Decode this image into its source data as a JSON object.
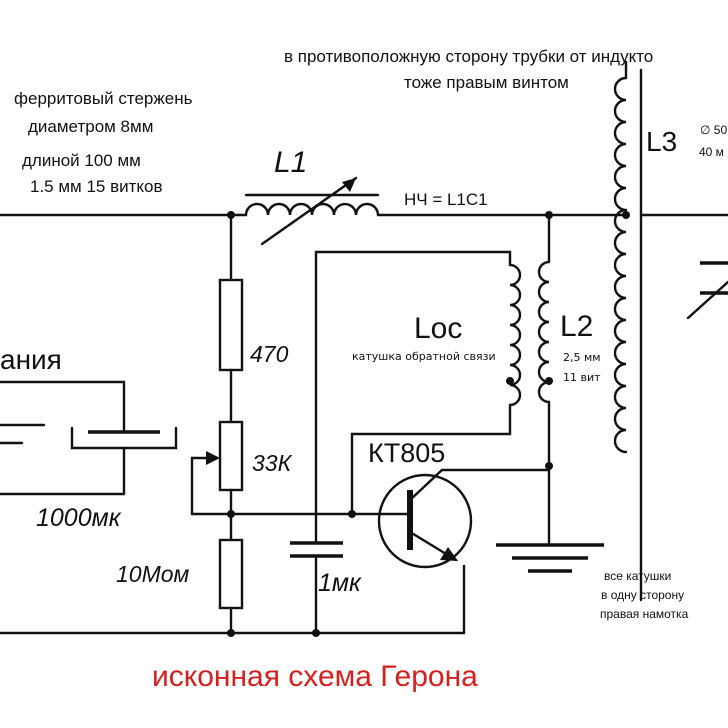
{
  "texts": {
    "top_note_1": "в противоположную сторону трубки от индукто",
    "top_note_2": "тоже правым винтом",
    "rod_1": "ферритовый стержень",
    "rod_2": "диаметром 8мм",
    "rod_3": "длиной 100 мм",
    "rod_4": "1.5 мм 15 витков",
    "l1_label": "L1",
    "hf_label": "НЧ = L1C1",
    "l3_label": "L3",
    "l3_note_1": "∅ 50",
    "l3_note_2": "40 м",
    "loc_label": "Loc",
    "loc_note": "катушка обратной связи",
    "l2_label": "L2",
    "l2_note_1": "2,5 мм",
    "l2_note_2": "11 вит",
    "power_label": "ания",
    "r1_label": "470",
    "r2_label": "33К",
    "r3_label": "10Мом",
    "c_big_label": "1000мк",
    "c_small_label": "1мк",
    "transistor_label": "КТ805",
    "coils_note_1": "все катушки",
    "coils_note_2": "в одну сторону",
    "coils_note_3": "правая намотка",
    "caption": "исконная схема Герона"
  },
  "colors": {
    "line": "#111111",
    "caption": "#d62020"
  }
}
